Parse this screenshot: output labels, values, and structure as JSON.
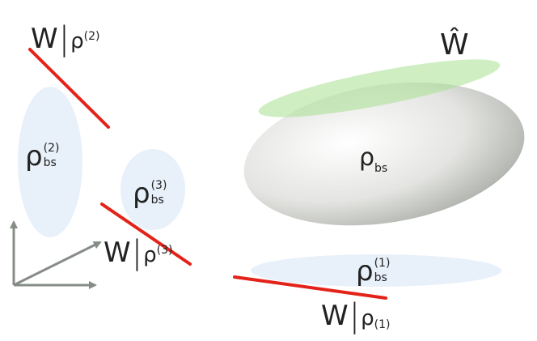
{
  "colors": {
    "line": "#e3231a",
    "ellipse_light": "#e8f0fa",
    "ellipse_green": "#a7e08f",
    "body_gray": "#b8bab5",
    "axis": "#868c86",
    "text": "#222222"
  },
  "labels": {
    "w2": {
      "W": "W",
      "rho": "ρ",
      "sup": "(2)"
    },
    "w3": {
      "W": "W",
      "rho": "ρ",
      "sup": "(3)"
    },
    "w1": {
      "W": "W",
      "rho": "ρ",
      "sub": "(1)"
    },
    "what": "Ŵ",
    "rho2": {
      "rho": "ρ",
      "sub": "bs",
      "sup": "(2)"
    },
    "rho3": {
      "rho": "ρ",
      "sub": "bs",
      "sup": "(3)"
    },
    "rho1": {
      "rho": "ρ",
      "sub": "bs",
      "sup": "(1)"
    },
    "rho_main": {
      "rho": "ρ",
      "sub": "bs"
    }
  }
}
